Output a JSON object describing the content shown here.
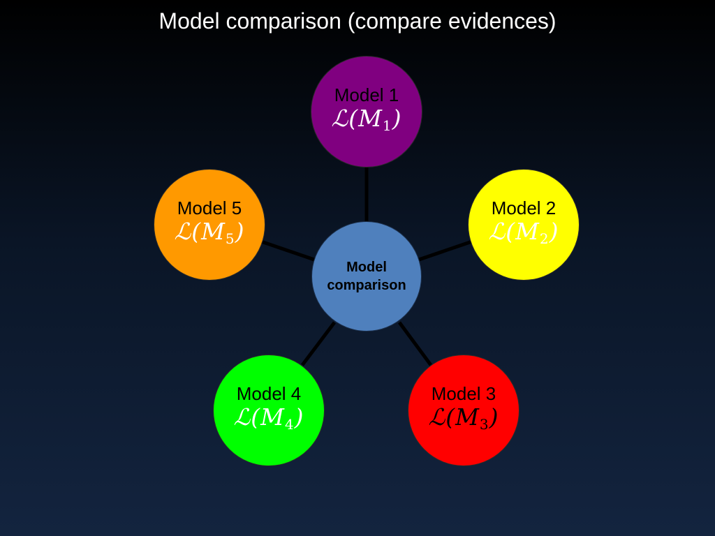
{
  "title": "Model comparison (compare evidences)",
  "center": {
    "line1": "Model",
    "line2": "comparison",
    "color": "#4f80bd"
  },
  "models": [
    {
      "label": "Model 1",
      "formula_prefix": "ℒ(M",
      "index": "1",
      "formula_suffix": ")",
      "color": "#800080",
      "text_color": "#000000",
      "formula_color": "#ffffff"
    },
    {
      "label": "Model 2",
      "formula_prefix": "ℒ(M",
      "index": "2",
      "formula_suffix": ")",
      "color": "#ffff00",
      "text_color": "#000000",
      "formula_color": "#ffffff"
    },
    {
      "label": "Model 3",
      "formula_prefix": "ℒ(M",
      "index": "3",
      "formula_suffix": ")",
      "color": "#ff0000",
      "text_color": "#000000",
      "formula_color": "#000000"
    },
    {
      "label": "Model 4",
      "formula_prefix": "ℒ(M",
      "index": "4",
      "formula_suffix": ")",
      "color": "#00ff00",
      "text_color": "#000000",
      "formula_color": "#ffffff"
    },
    {
      "label": "Model 5",
      "formula_prefix": "ℒ(M",
      "index": "5",
      "formula_suffix": ")",
      "color": "#ff9900",
      "text_color": "#000000",
      "formula_color": "#ffffff"
    }
  ]
}
